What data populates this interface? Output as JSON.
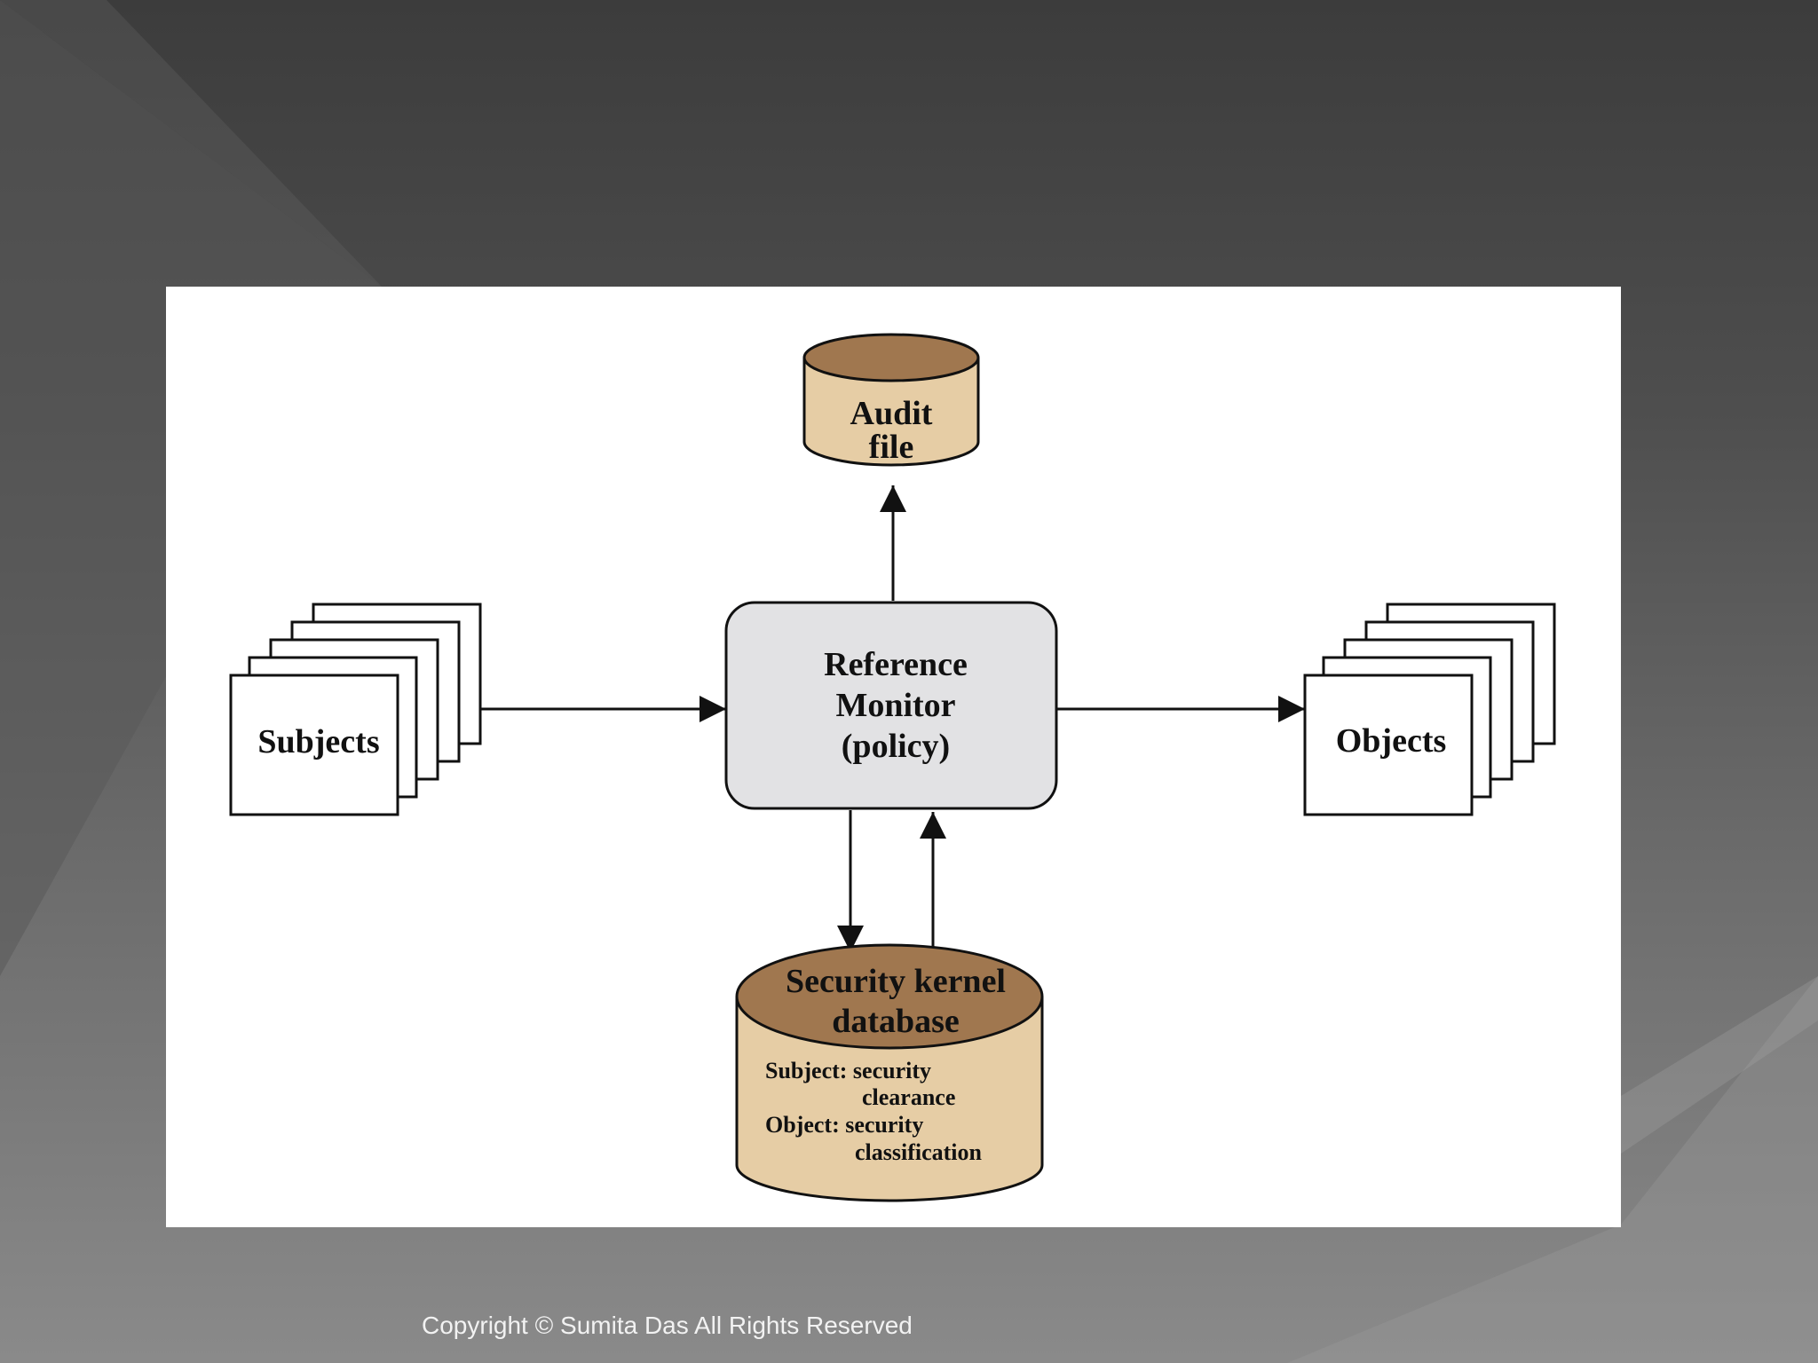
{
  "diagram": {
    "audit": {
      "line1": "Audit",
      "line2": "file"
    },
    "monitor": {
      "line1": "Reference",
      "line2": "Monitor",
      "line3": "(policy)"
    },
    "subjects": "Subjects",
    "objects": "Objects",
    "kernel": {
      "title1": "Security kernel",
      "title2": "database",
      "subject_label": "Subject: security",
      "subject_value": "clearance",
      "object_label": "Object: security",
      "object_value": "classification"
    },
    "colors": {
      "cylinder_top": "#a0774f",
      "cylinder_body": "#e6cda5",
      "monitor_fill": "#e2e2e4",
      "stroke": "#111111"
    }
  },
  "footer": {
    "copyright": "Copyright © Sumita Das All Rights Reserved"
  }
}
